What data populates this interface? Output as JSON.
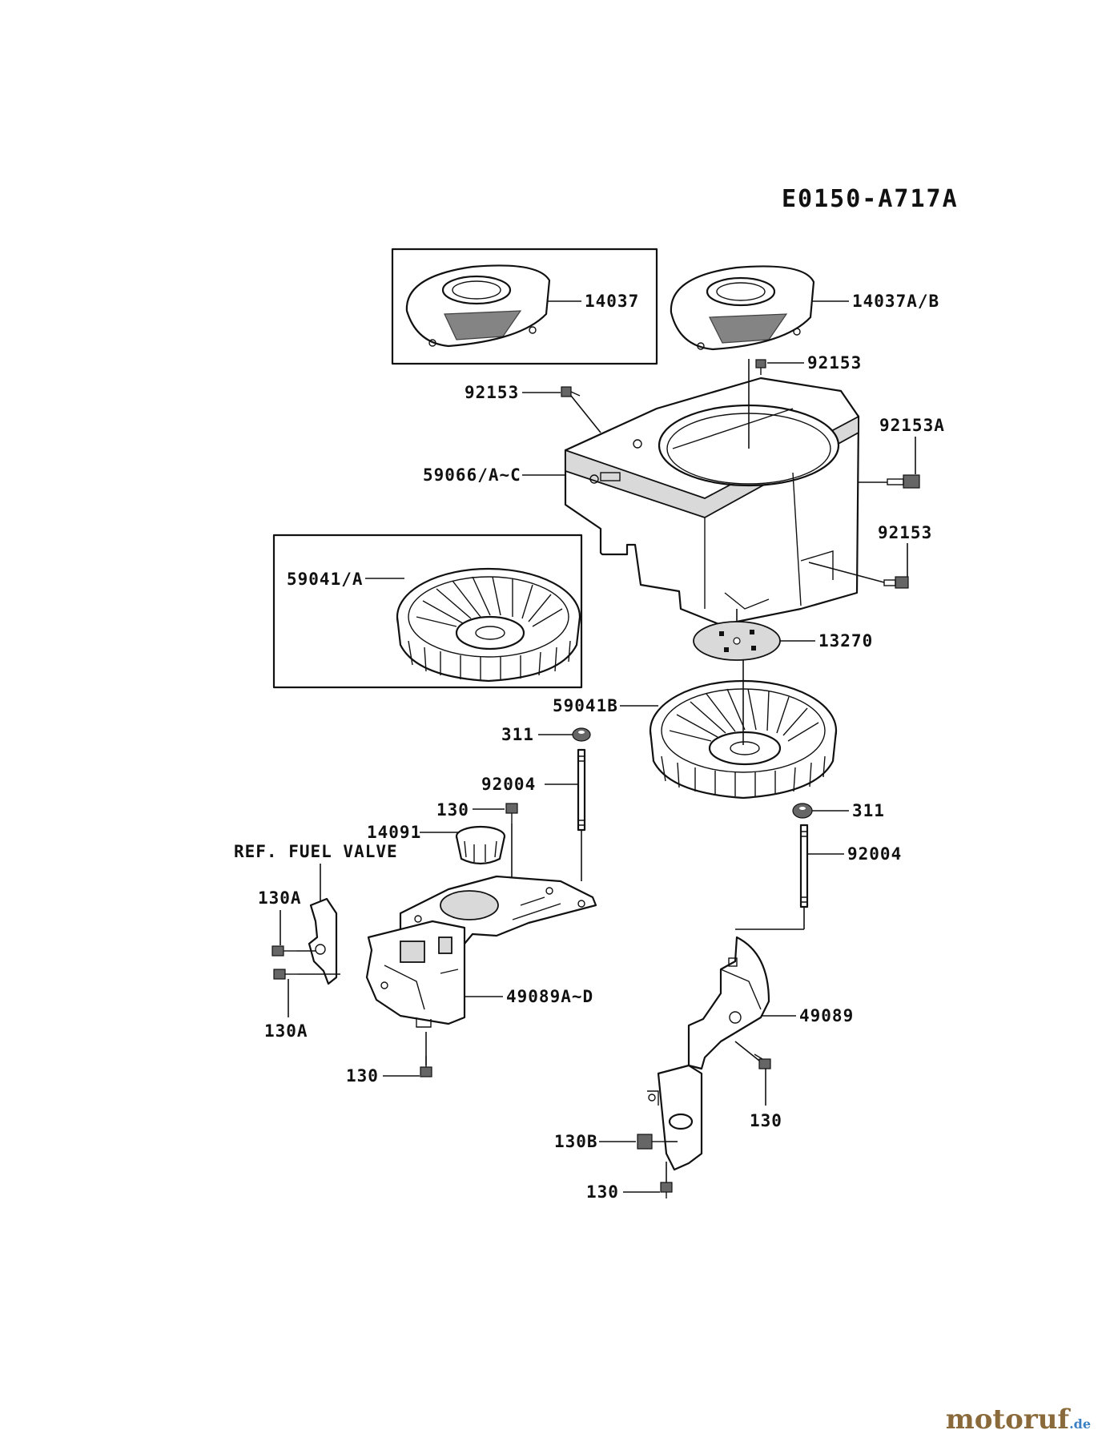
{
  "diagram": {
    "code": "E0150-A717A",
    "labels": {
      "p14037": "14037",
      "p14037ab": "14037A/B",
      "p92153_top": "92153",
      "p92153_left": "92153",
      "p92153a": "92153A",
      "p59066": "59066/A~C",
      "p92153_right": "92153",
      "p59041a": "59041/A",
      "p13270": "13270",
      "p59041b": "59041B",
      "p311_left": "311",
      "p92004_left": "92004",
      "p130_top": "130",
      "p14091": "14091",
      "ref_fuel_valve": "REF. FUEL VALVE",
      "p130a_top": "130A",
      "p130a_bottom": "130A",
      "p49089ad": "49089A~D",
      "p130_left_bottom": "130",
      "p311_right": "311",
      "p92004_right": "92004",
      "p49089": "49089",
      "p130_right": "130",
      "p130b": "130B",
      "p130_bottom": "130"
    }
  },
  "watermark": {
    "main": "motoruf",
    "tld": ".de"
  }
}
